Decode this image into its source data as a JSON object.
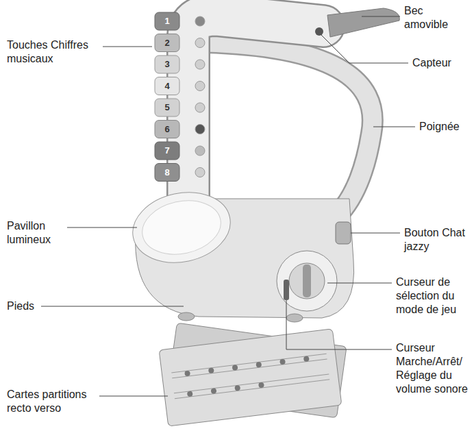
{
  "diagram": {
    "labels": [
      "Bec amovible",
      "Touches Chiffres musicaux",
      "1",
      "2",
      "3",
      "4",
      "5",
      "6",
      "7",
      "8",
      "Capteur",
      "Poignée",
      "Pavillon lumineux",
      "Bouton Chat jazzy",
      "Curseur de sélection du mode de jeu",
      "Pieds",
      "Curseur Marche/Arrêt/ Réglage du volume sonore",
      "Cartes partitions recto verso"
    ]
  }
}
